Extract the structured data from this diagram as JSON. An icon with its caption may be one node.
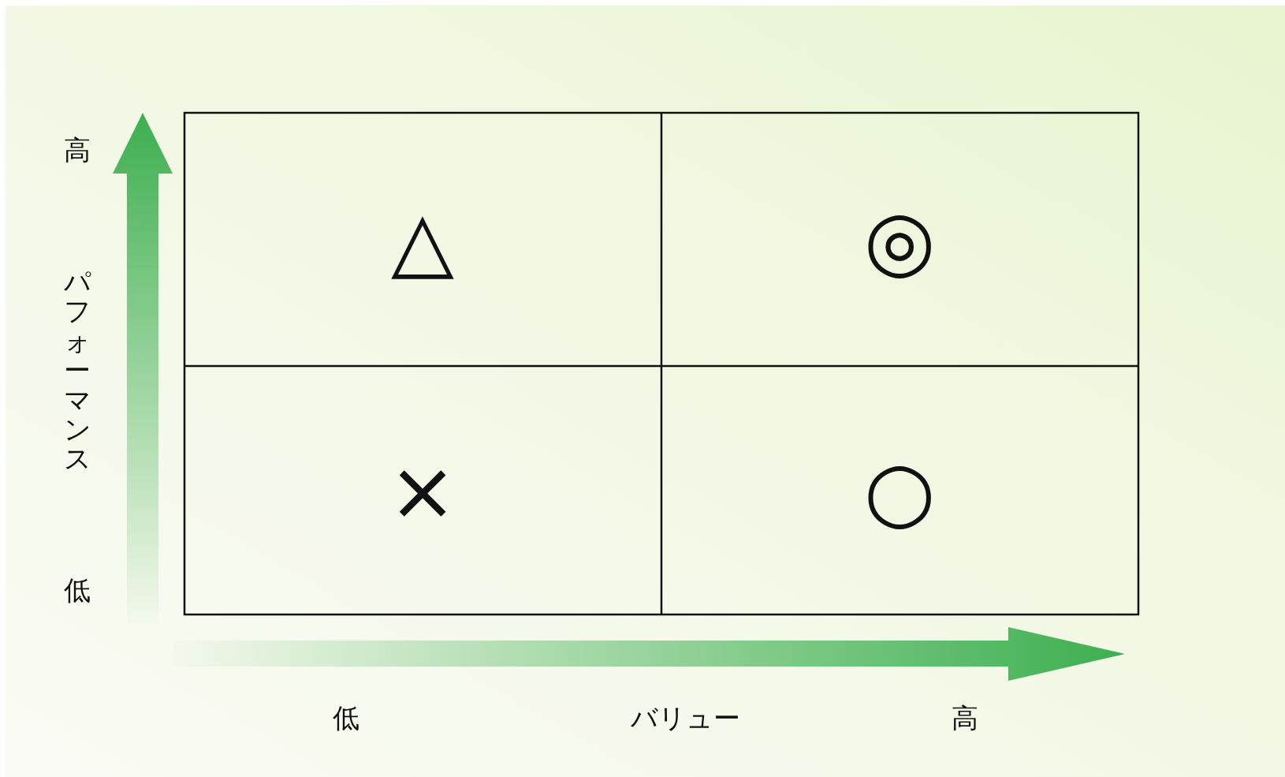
{
  "diagram": {
    "labels": [
      "高",
      "△",
      "◎",
      "パフォーマンス",
      "×",
      "○",
      "低",
      "低",
      "バリュー",
      "高"
    ]
  }
}
